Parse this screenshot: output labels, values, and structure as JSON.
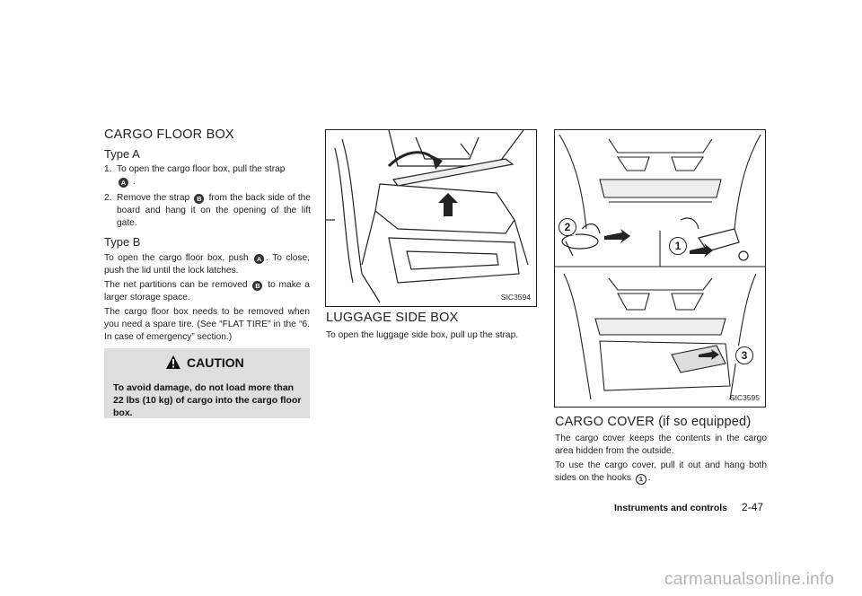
{
  "cargo_floor_box": {
    "title": "CARGO FLOOR BOX",
    "type_a": {
      "heading": "Type A",
      "step1_num": "1.",
      "step1_text": "To open the cargo floor box, pull the strap",
      "step1_marker": "A",
      "step2_num": "2.",
      "step2_text_a": "Remove the strap",
      "step2_marker": "B",
      "step2_text_b": "from the back side of the board and hang it on the opening of the lift gate."
    },
    "type_b": {
      "heading": "Type B",
      "p1_a": "To open the cargo floor box, push",
      "p1_marker": "A",
      "p1_b": ". To close, push the lid until the lock latches.",
      "p2_a": "The net partitions can be removed",
      "p2_marker": "B",
      "p2_b": "to make a larger storage space.",
      "p3": "The cargo floor box needs to be removed when you need a spare tire. (See “FLAT TIRE” in the “6. In case of emergency” section.)"
    },
    "caution": {
      "title": "CAUTION",
      "text": "To avoid damage, do not load more than 22 lbs (10 kg) of cargo into the cargo floor box."
    }
  },
  "figure1": {
    "code": "SIC3594"
  },
  "luggage_side_box": {
    "title": "LUGGAGE SIDE BOX",
    "text": "To open the luggage side box, pull up the strap."
  },
  "figure2": {
    "code": "SIC3595",
    "callouts": [
      "2",
      "1",
      "3"
    ]
  },
  "cargo_cover": {
    "title": "CARGO COVER (if so equipped)",
    "p1": "The cargo cover keeps the contents in the cargo area hidden from the outside.",
    "p2_a": "To use the cargo cover, pull it out and hang both sides on the hooks",
    "p2_marker": "1",
    "p2_b": "."
  },
  "footer": {
    "section": "Instruments and controls",
    "page": "2-47"
  },
  "watermark": "carmanualsonline.info",
  "icons": {
    "caution": "warning-triangle-icon"
  }
}
